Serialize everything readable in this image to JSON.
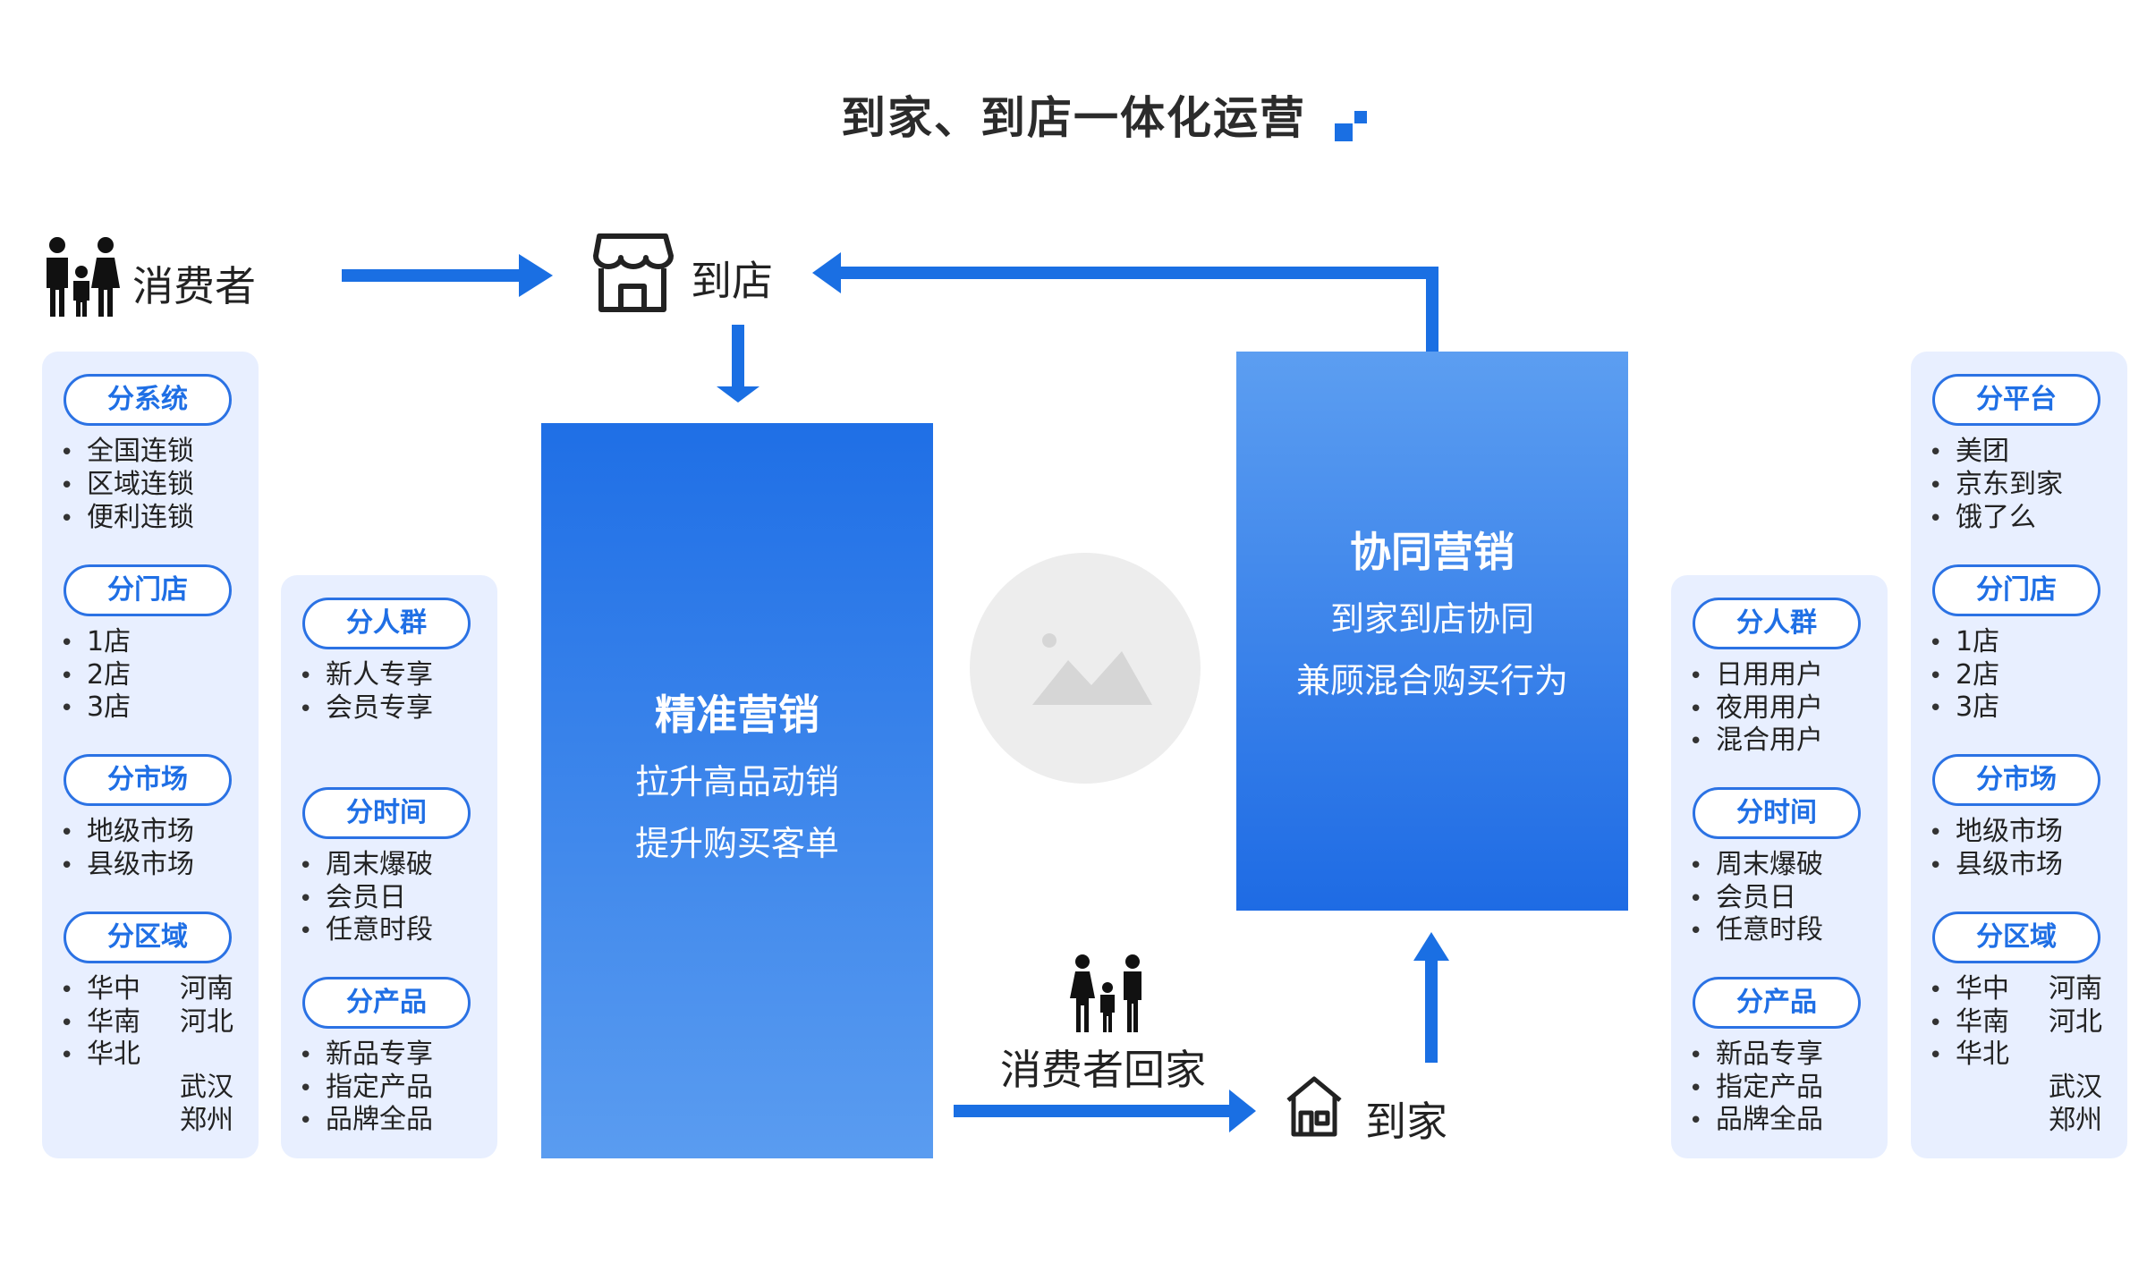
{
  "title": "到家、到店一体化运营",
  "flow": {
    "consumer": "消费者",
    "in_store": "到店",
    "consumer_home": "消费者回家",
    "home": "到家"
  },
  "box_left": {
    "title": "精准营销",
    "line1": "拉升高品动销",
    "line2": "提升购买客单"
  },
  "box_right": {
    "title": "协同营销",
    "line1": "到家到店协同",
    "line2": "兼顾混合购买行为"
  },
  "panel_l1": {
    "groups": [
      {
        "label": "分系统",
        "items": [
          "全国连锁",
          "区域连锁",
          "便利连锁"
        ]
      },
      {
        "label": "分门店",
        "items": [
          "1店",
          "2店",
          "3店"
        ]
      },
      {
        "label": "分市场",
        "items": [
          "地级市场",
          "县级市场"
        ]
      },
      {
        "label": "分区域",
        "items": [
          "华中",
          "华南",
          "华北"
        ],
        "extra": [
          "河南",
          "河北",
          "武汉",
          "郑州"
        ]
      }
    ]
  },
  "panel_l2": {
    "groups": [
      {
        "label": "分人群",
        "items": [
          "新人专享",
          "会员专享"
        ]
      },
      {
        "label": "分时间",
        "items": [
          "周末爆破",
          "会员日",
          "任意时段"
        ]
      },
      {
        "label": "分产品",
        "items": [
          "新品专享",
          "指定产品",
          "品牌全品"
        ]
      }
    ]
  },
  "panel_r1": {
    "groups": [
      {
        "label": "分人群",
        "items": [
          "日用用户",
          "夜用用户",
          "混合用户"
        ]
      },
      {
        "label": "分时间",
        "items": [
          "周末爆破",
          "会员日",
          "任意时段"
        ]
      },
      {
        "label": "分产品",
        "items": [
          "新品专享",
          "指定产品",
          "品牌全品"
        ]
      }
    ]
  },
  "panel_r2": {
    "groups": [
      {
        "label": "分平台",
        "items": [
          "美团",
          "京东到家",
          "饿了么"
        ]
      },
      {
        "label": "分门店",
        "items": [
          "1店",
          "2店",
          "3店"
        ]
      },
      {
        "label": "分市场",
        "items": [
          "地级市场",
          "县级市场"
        ]
      },
      {
        "label": "分区域",
        "items": [
          "华中",
          "华南",
          "华北"
        ],
        "extra": [
          "河南",
          "河北",
          "武汉",
          "郑州"
        ]
      }
    ]
  },
  "colors": {
    "accent": "#1f6fe5",
    "arrow": "#1a6fe3",
    "panel_bg": "#e8efff"
  },
  "icons": [
    "family-icon",
    "store-icon",
    "family-walking-icon",
    "house-icon",
    "image-placeholder-icon",
    "title-mark-icon"
  ]
}
